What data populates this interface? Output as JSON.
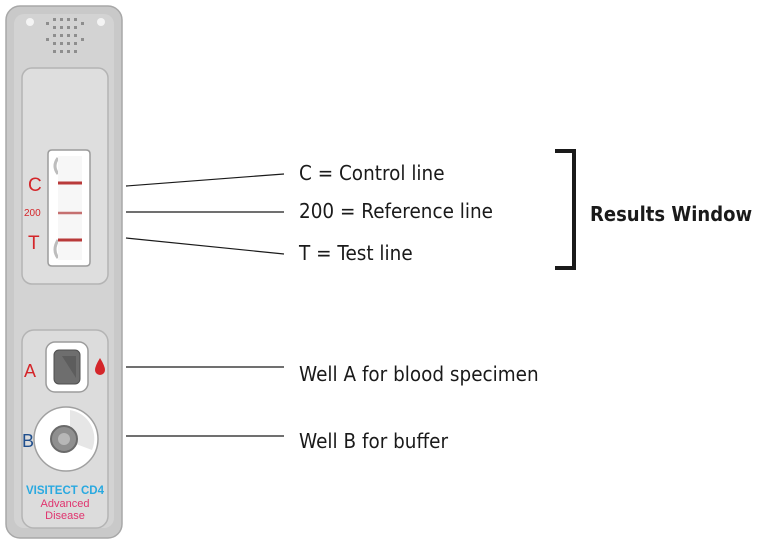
{
  "device": {
    "window_labels": {
      "c": "C",
      "ref": "200",
      "t": "T"
    },
    "well_labels": {
      "a": "A",
      "b": "B"
    },
    "brand": "VISITECT CD4",
    "product_line1": "Advanced",
    "product_line2": "Disease"
  },
  "callouts": {
    "control": "C = Control line",
    "reference": "200 = Reference line",
    "test": "T = Test line",
    "results_window": "Results Window",
    "well_a": "Well A for blood specimen",
    "well_b": "Well B for buffer"
  },
  "colors": {
    "label_red": "#d4262a",
    "brand_blue": "#29a9e0",
    "product_pink": "#e0336e",
    "well_b_label": "#1f4e8c"
  }
}
